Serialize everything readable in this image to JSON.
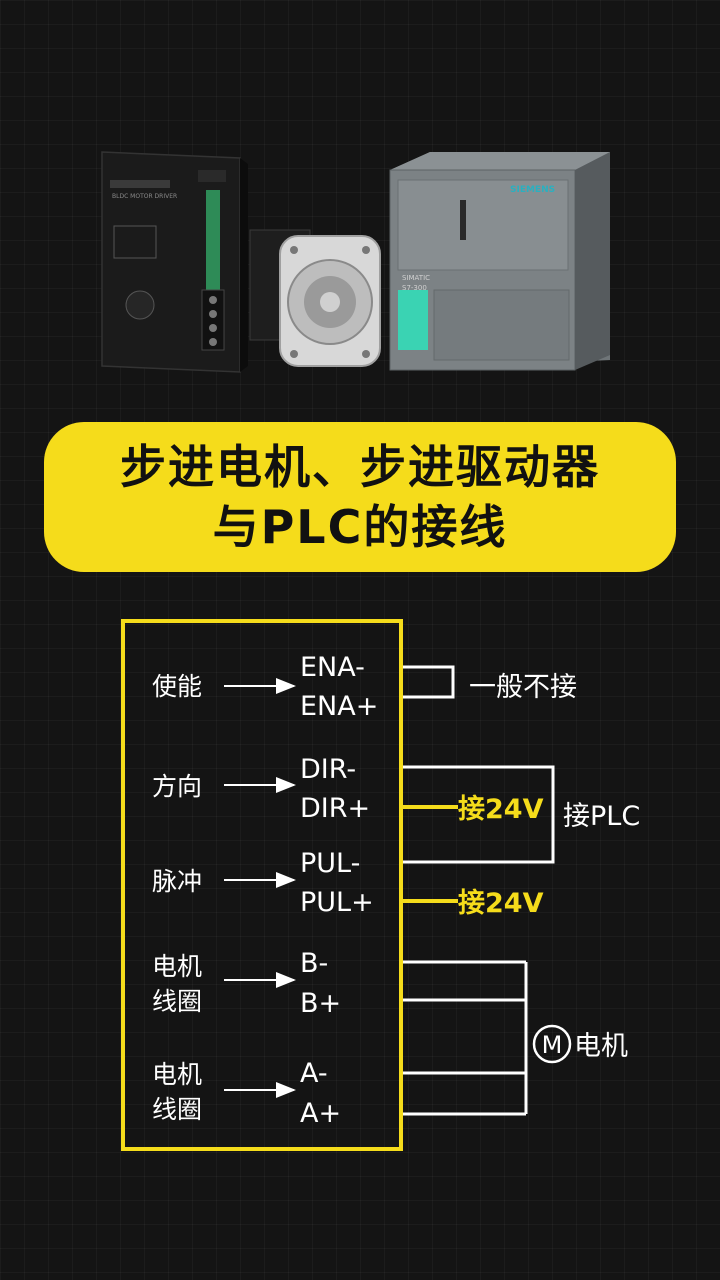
{
  "products": {
    "driver_caption": "BLDC MOTOR DRIVER",
    "plc_brand": "SIEMENS",
    "plc_model": "SIMATIC",
    "plc_cpu": "S7-300"
  },
  "banner": {
    "line1": "步进电机、步进驱动器",
    "line2": "与PLC的接线"
  },
  "diagram": {
    "signals": [
      {
        "label_lines": [
          "使能"
        ],
        "terminals": [
          "ENA-",
          "ENA+"
        ]
      },
      {
        "label_lines": [
          "方向"
        ],
        "terminals": [
          "DIR-",
          "DIR+"
        ]
      },
      {
        "label_lines": [
          "脉冲"
        ],
        "terminals": [
          "PUL-",
          "PUL+"
        ]
      },
      {
        "label_lines": [
          "电机",
          "线圈"
        ],
        "terminals": [
          "B-",
          "B+"
        ]
      },
      {
        "label_lines": [
          "电机",
          "线圈"
        ],
        "terminals": [
          "A-",
          "A+"
        ]
      }
    ],
    "ena_note": "一般不接",
    "plc_note": "接PLC",
    "dir_24v": "接24V",
    "pul_24v": "接24V",
    "motor_symbol": "M",
    "motor_label": "电机",
    "colors": {
      "frame": "#f5dc1b",
      "wire": "#ffffff",
      "supply": "#f5dc1b"
    }
  }
}
